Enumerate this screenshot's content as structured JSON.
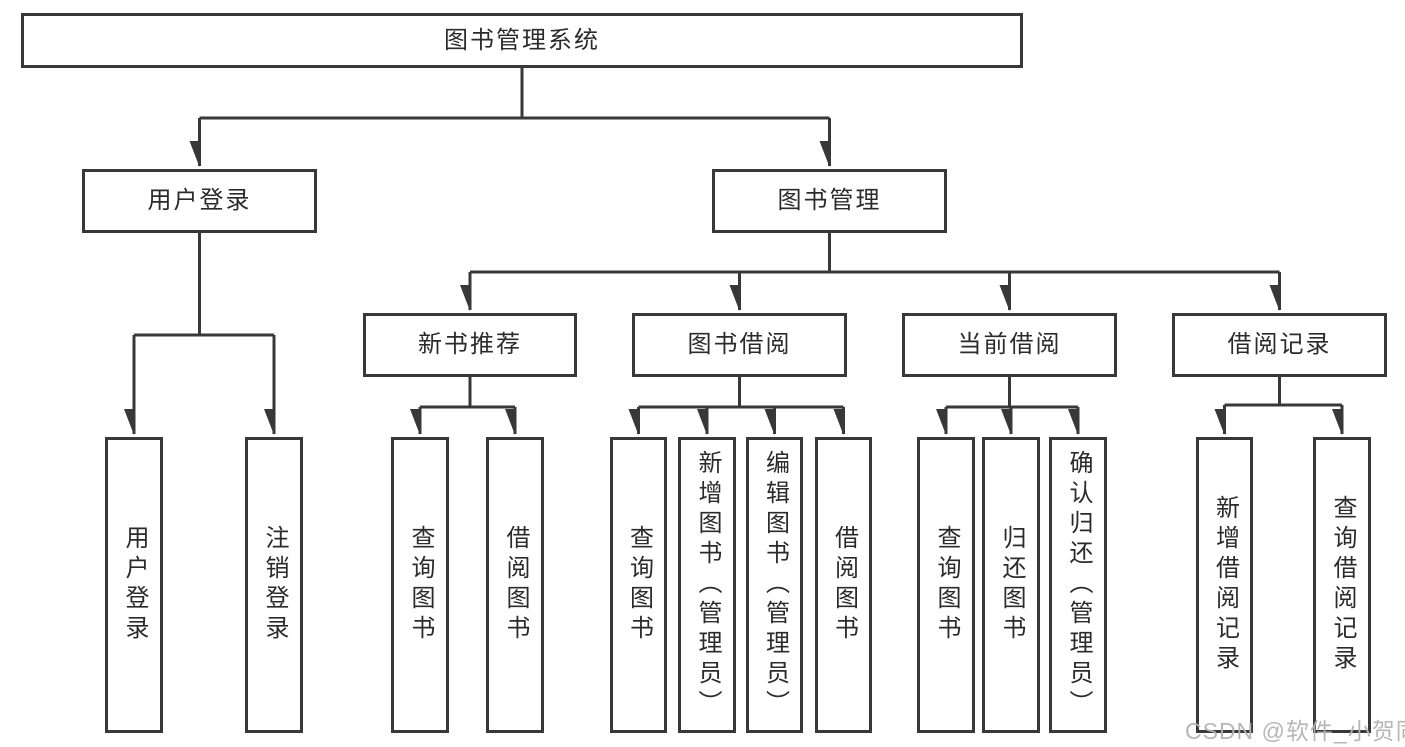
{
  "colors": {
    "line": "#383838",
    "box_border": "#383838",
    "box_fill": "#ffffff",
    "text": "#2b2b2b",
    "watermark": "#b3b3b3",
    "background": "#ffffff"
  },
  "root": {
    "label": "图书管理系统"
  },
  "branches": [
    {
      "label": "用户登录",
      "children": [
        {
          "label": "用户登录"
        },
        {
          "label": "注销登录"
        }
      ]
    },
    {
      "label": "图书管理",
      "sections": [
        {
          "label": "新书推荐",
          "children": [
            {
              "label": "查询图书"
            },
            {
              "label": "借阅图书"
            }
          ]
        },
        {
          "label": "图书借阅",
          "children": [
            {
              "label": "查询图书"
            },
            {
              "label": "新增图书（管理员）"
            },
            {
              "label": "编辑图书（管理员）"
            },
            {
              "label": "借阅图书"
            }
          ]
        },
        {
          "label": "当前借阅",
          "children": [
            {
              "label": "查询图书"
            },
            {
              "label": "归还图书"
            },
            {
              "label": "确认归还（管理员）"
            }
          ]
        },
        {
          "label": "借阅记录",
          "children": [
            {
              "label": "新增借阅记录"
            },
            {
              "label": "查询借阅记录"
            }
          ]
        }
      ]
    }
  ],
  "watermark": {
    "text": "CSDN @软件_小贺同学"
  }
}
